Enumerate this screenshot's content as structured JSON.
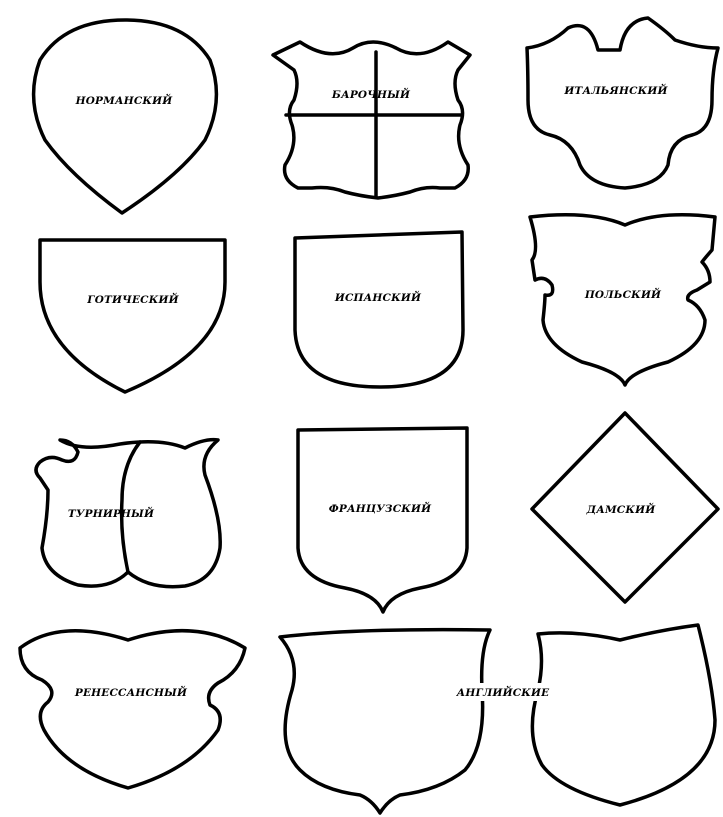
{
  "shields": [
    {
      "id": "norman",
      "label": "НОРМАНСКИЙ"
    },
    {
      "id": "baroque",
      "label": "БАРОЧНЫЙ"
    },
    {
      "id": "italian",
      "label": "ИТАЛЬЯНСКИЙ"
    },
    {
      "id": "gothic",
      "label": "ГОТИЧЕСКИЙ"
    },
    {
      "id": "spanish",
      "label": "ИСПАНСКИЙ"
    },
    {
      "id": "polish",
      "label": "ПОЛЬСКИЙ"
    },
    {
      "id": "tournament",
      "label": "ТУРНИРНЫЙ"
    },
    {
      "id": "french",
      "label": "ФРАНЦУЗСКИЙ"
    },
    {
      "id": "ladies",
      "label": "ДАМСКИЙ"
    },
    {
      "id": "renaissance",
      "label": "РЕНЕССАНСНЫЙ"
    },
    {
      "id": "english",
      "label": "АНГЛИЙСКИЕ"
    }
  ],
  "colors": {
    "stroke": "#000000",
    "background": "#ffffff"
  }
}
